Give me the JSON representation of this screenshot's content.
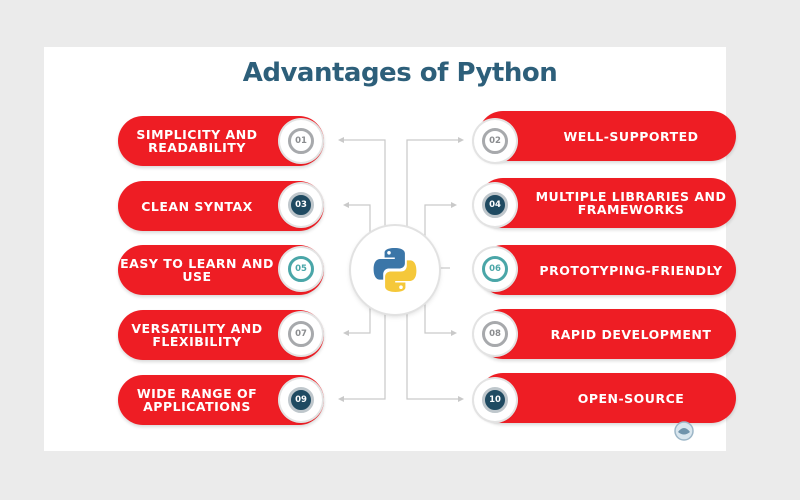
{
  "title": "Advantages of Python",
  "colors": {
    "pill": "#ee1d24",
    "title": "#2d5f7a",
    "node_dark": "#1f4a61",
    "node_teal": "#4aa6a8",
    "node_grey": "#a7a9ac"
  },
  "items": [
    {
      "num": "01",
      "label": "Simplicity and Readability",
      "style": "grey"
    },
    {
      "num": "02",
      "label": "Well-Supported",
      "style": "grey"
    },
    {
      "num": "03",
      "label": "Clean Syntax",
      "style": "dark"
    },
    {
      "num": "04",
      "label": "Multiple Libraries and Frameworks",
      "style": "dark"
    },
    {
      "num": "05",
      "label": "Easy to Learn and Use",
      "style": "teal"
    },
    {
      "num": "06",
      "label": "Prototyping-Friendly",
      "style": "teal"
    },
    {
      "num": "07",
      "label": "Versatility and Flexibility",
      "style": "grey"
    },
    {
      "num": "08",
      "label": "Rapid Development",
      "style": "grey"
    },
    {
      "num": "09",
      "label": "Wide Range of Applications",
      "style": "dark"
    },
    {
      "num": "10",
      "label": "Open-Source",
      "style": "dark"
    }
  ],
  "hub_icon": "python-logo-icon",
  "watermark_icon": "logo-watermark-icon"
}
